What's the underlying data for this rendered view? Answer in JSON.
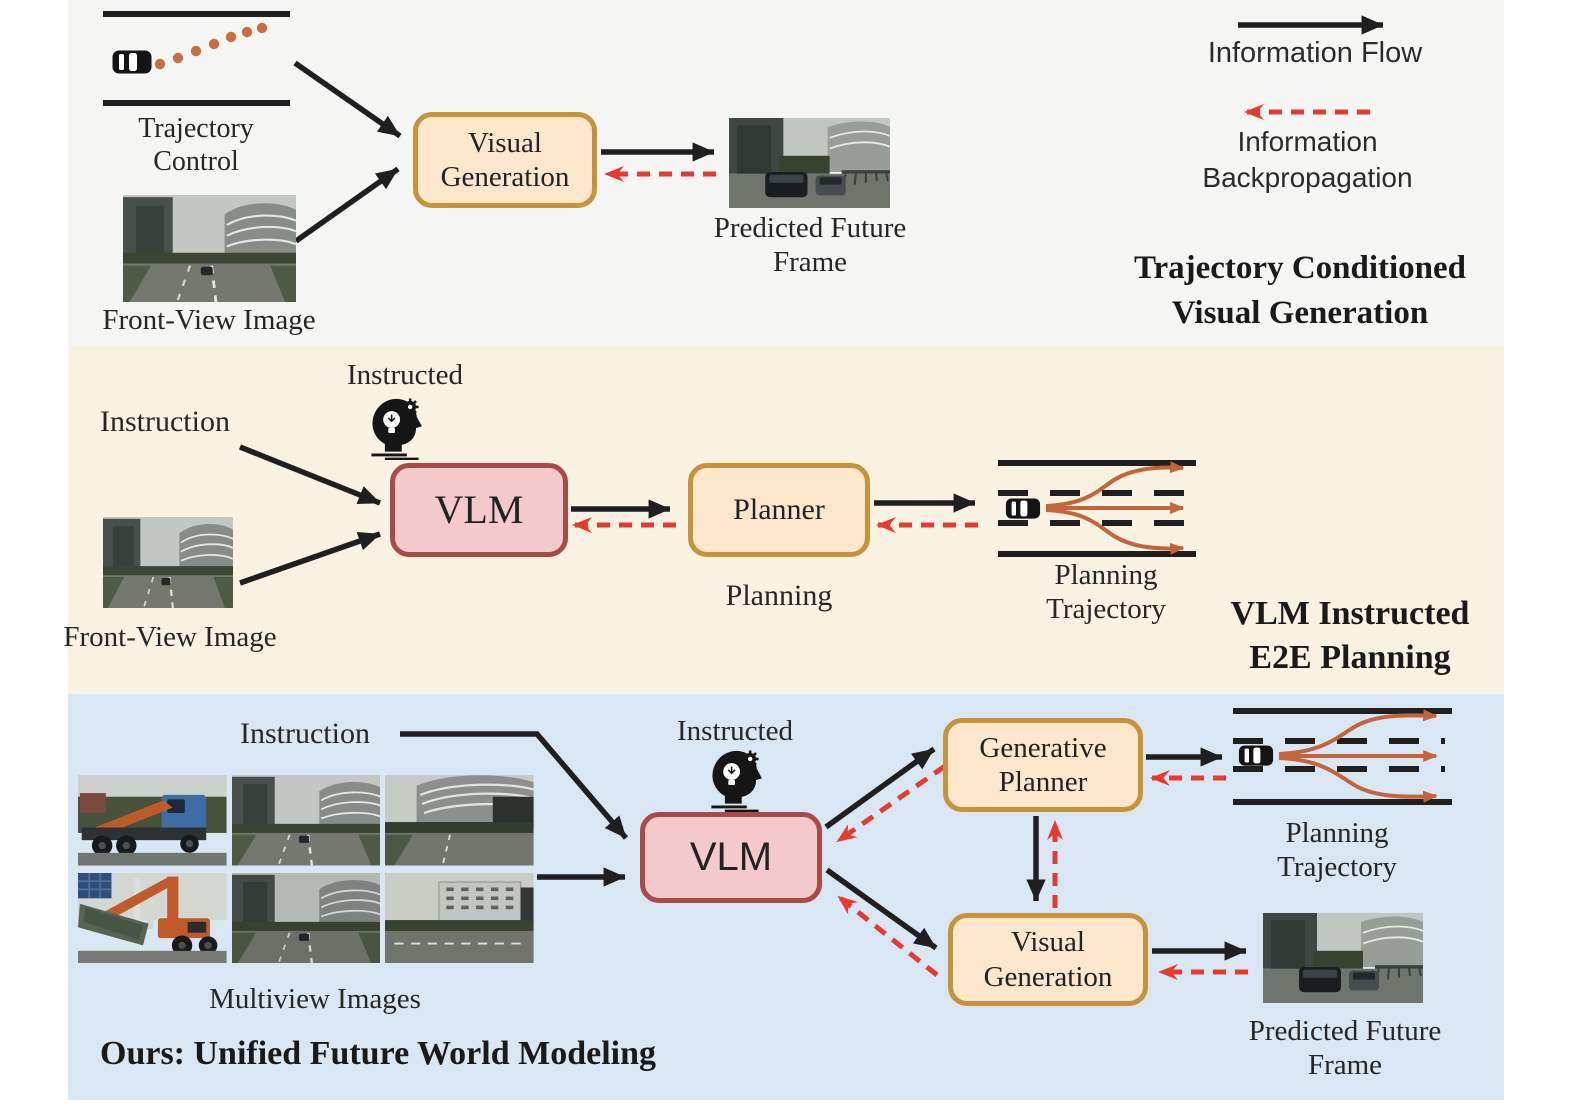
{
  "legend": {
    "flow_label": "Information Flow",
    "backprop_label": [
      "Information",
      "Backpropagation"
    ]
  },
  "panel1": {
    "title": [
      "Trajectory Conditioned",
      "Visual Generation"
    ],
    "trajectory_control_label": [
      "Trajectory",
      "Control"
    ],
    "front_view_label": "Front-View Image",
    "visual_generation_box": [
      "Visual",
      "Generation"
    ],
    "predicted_frame_label": [
      "Predicted Future",
      "Frame"
    ]
  },
  "panel2": {
    "title": [
      "VLM Instructed",
      "E2E Planning"
    ],
    "instruction_label": "Instruction",
    "instructed_label": "Instructed",
    "front_view_label": "Front-View Image",
    "vlm_box": "VLM",
    "planner_box": "Planner",
    "planning_label": "Planning",
    "planning_trajectory_label": [
      "Planning",
      "Trajectory"
    ]
  },
  "panel3": {
    "title": "Ours: Unified Future World Modeling",
    "instruction_label": "Instruction",
    "instructed_label": "Instructed",
    "multiview_label": "Multiview Images",
    "vlm_box": "VLM",
    "generative_planner_box": [
      "Generative",
      "Planner"
    ],
    "visual_generation_box": [
      "Visual",
      "Generation"
    ],
    "planning_trajectory_label": [
      "Planning",
      "Trajectory"
    ],
    "predicted_frame_label": [
      "Predicted Future",
      "Frame"
    ]
  },
  "colors": {
    "panel_top_bg": "#f5f5f4",
    "panel_mid_bg": "#f9f2e3",
    "panel_bottom_bg": "#d9e6f3",
    "box_fill": "#fce7cc",
    "box_border": "#c6933b",
    "vlm_fill": "#f4c9cb",
    "vlm_border": "#a84b47",
    "arrow_black": "#1f1f1f",
    "arrow_red": "#e63a2e",
    "trajectory_orange": "#c2653a",
    "text": "#262626"
  },
  "icons": {
    "trajectory_control": "car-top-view-with-trajectory-dots",
    "instructed": "head-lightbulb-gear",
    "planning_trajectory": "car-in-lanes-with-fan-arrows"
  }
}
